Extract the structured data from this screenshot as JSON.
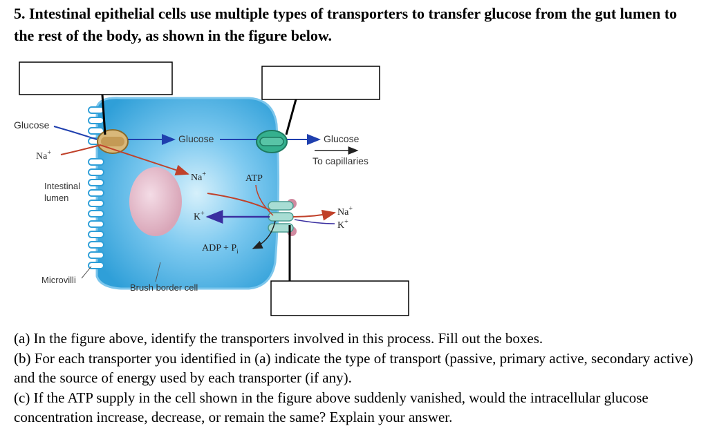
{
  "question": {
    "text": "5. Intestinal epithelial cells use multiple types of transporters to transfer glucose from the gut lumen to the rest of the body, as shown in the figure below."
  },
  "figure": {
    "labels": {
      "glucose_lumen": "Glucose",
      "na_lumen": "Na",
      "na_lumen_sup": "+",
      "intestinal_lumen_line1": "Intestinal",
      "intestinal_lumen_line2": "lumen",
      "microvilli": "Microvilli",
      "brush_border_cell": "Brush border cell",
      "glucose_cell": "Glucose",
      "na_cell": "Na",
      "na_cell_sup": "+",
      "k_cell": "K",
      "k_cell_sup": "+",
      "atp": "ATP",
      "adp_pi": "ADP + P",
      "adp_pi_sub": "i",
      "glucose_out": "Glucose",
      "to_capillaries": "To capillaries",
      "na_out": "Na",
      "na_out_sup": "+",
      "k_out": "K",
      "k_out_sup": "+"
    },
    "answer_boxes": [
      {
        "value": ""
      },
      {
        "value": ""
      },
      {
        "value": ""
      }
    ],
    "colors": {
      "cell": "#2f9fd8",
      "cell_edge": "#7cc6ec",
      "glucose_arrow": "#1f3fae",
      "na_arrow": "#c0412a",
      "k_arrow": "#3a2fa0",
      "sglt": "#d9b87a",
      "glut": "#35b08e",
      "pump": "#a8ddd4",
      "pump_knob": "#d08aa0"
    }
  },
  "parts": {
    "a": "(a) In the figure above, identify the transporters involved in this process. Fill out the boxes.",
    "b": "(b) For each transporter you identified in (a) indicate the type of transport (passive, primary active, secondary active) and the source of energy used by each transporter (if any).",
    "c": "(c) If the ATP supply in the cell shown in the figure above suddenly vanished, would the intracellular glucose concentration increase, decrease, or remain the same? Explain your answer."
  }
}
